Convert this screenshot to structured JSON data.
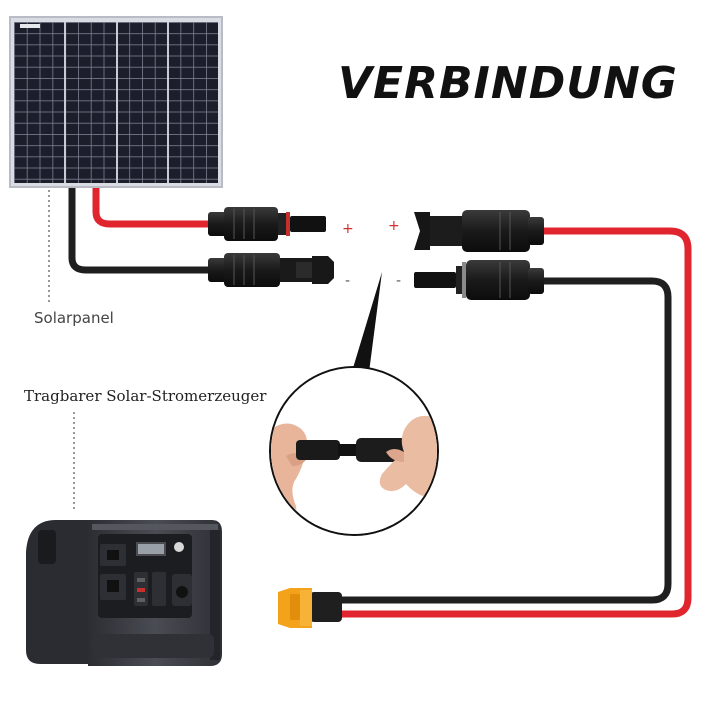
{
  "title": "VERBINDUNG",
  "labels": {
    "solar_panel": "Solarpanel",
    "generator": "Tragbarer Solar-Stromerzeuger"
  },
  "polarity": {
    "plus": "+",
    "minus": "-"
  },
  "colors": {
    "positive_cable": "#e0252f",
    "negative_cable": "#1f1f1f",
    "xt60_connector": "#f5a21b",
    "panel_cells": "#1c1f2b",
    "generator_body": "#3c3e45"
  }
}
